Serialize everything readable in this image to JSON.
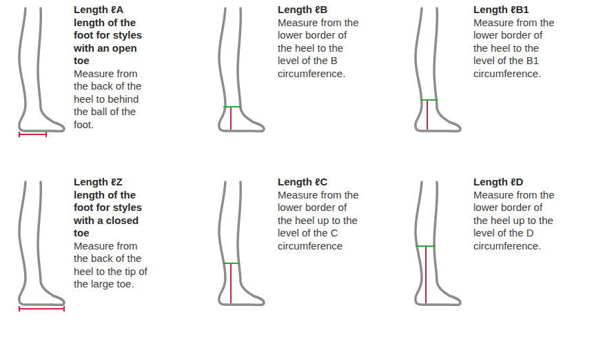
{
  "diagram": {
    "labels": [
      "Length ℓA",
      "length of the foot for styles with an open toe",
      "Measure from the back of the heel to behind the ball of the foot.",
      "Length ℓB",
      "Measure from the lower border of the heel to the level of the B circumference.",
      "Length ℓB1",
      "Measure from the lower border of the heel to the level of the B1 circumference.",
      "Length ℓZ",
      "length of the foot for styles with a closed toe",
      "Measure from the back of the heel to the tip of the large toe.",
      "Length ℓC",
      "Measure from the lower border of the heel up to the level of the C circumference",
      "Length ℓD",
      "Measure from the lower border of the heel up to the level of the D circumference."
    ]
  }
}
